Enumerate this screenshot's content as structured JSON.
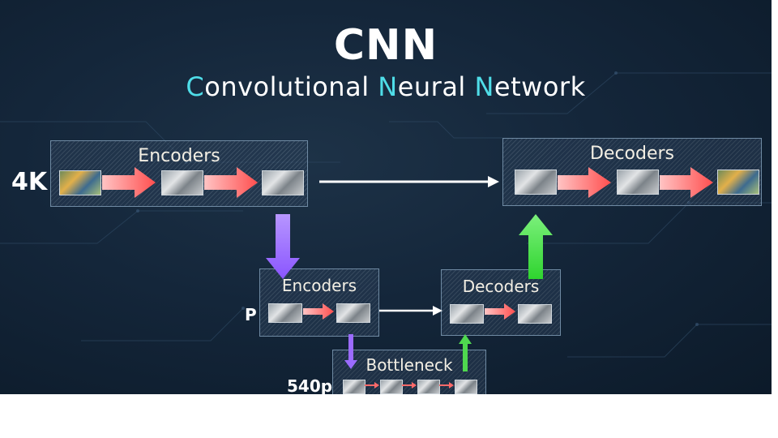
{
  "title": "CNN",
  "subtitle": {
    "parts": [
      {
        "text": "C",
        "hl": true
      },
      {
        "text": "onvolutional ",
        "hl": false
      },
      {
        "text": "N",
        "hl": true
      },
      {
        "text": "eural ",
        "hl": false
      },
      {
        "text": "N",
        "hl": true
      },
      {
        "text": "etwork",
        "hl": false
      }
    ]
  },
  "blocks": {
    "encoders_top": "Encoders",
    "decoders_top": "Decoders",
    "encoders_mid": "Encoders",
    "decoders_mid": "Decoders",
    "bottleneck": "Bottleneck"
  },
  "resolutions": {
    "top": "4K",
    "mid_partial": "P",
    "bottom": "540p"
  },
  "colors": {
    "accent": "#4fdde8",
    "arrow_red": "#ff5a5a",
    "arrow_purple": "#9b6bff",
    "arrow_green": "#4fd84f",
    "arrow_white": "#ffffff"
  }
}
